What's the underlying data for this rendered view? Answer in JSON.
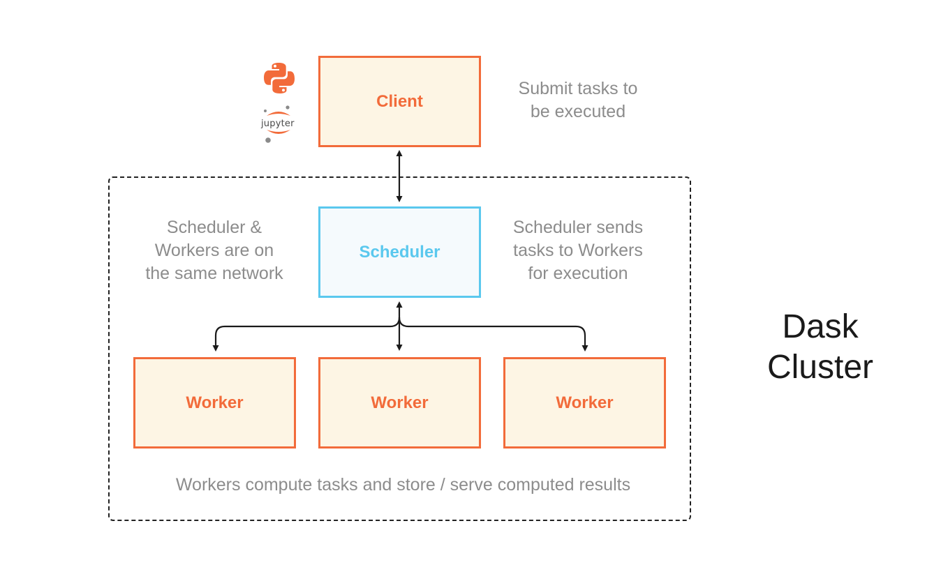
{
  "client": {
    "label": "Client",
    "description": [
      "Submit tasks to",
      "be executed"
    ]
  },
  "logos": {
    "python": "python-logo",
    "jupyter": "jupyter-logo",
    "jupyter_text": "jupyter"
  },
  "scheduler": {
    "label": "Scheduler",
    "left_note": [
      "Scheduler &",
      "Workers are on",
      "the same network"
    ],
    "right_note": [
      "Scheduler sends",
      "tasks to Workers",
      "for execution"
    ]
  },
  "workers": [
    {
      "label": "Worker"
    },
    {
      "label": "Worker"
    },
    {
      "label": "Worker"
    }
  ],
  "workers_note": "Workers compute tasks and store / serve computed results",
  "cluster": {
    "title": [
      "Dask",
      "Cluster"
    ]
  },
  "colors": {
    "orange": "#f26b3a",
    "orange_fill": "#fdf5e4",
    "blue": "#5ac8ee",
    "blue_fill": "#f5fafd",
    "note_gray": "#8c8c8c"
  }
}
